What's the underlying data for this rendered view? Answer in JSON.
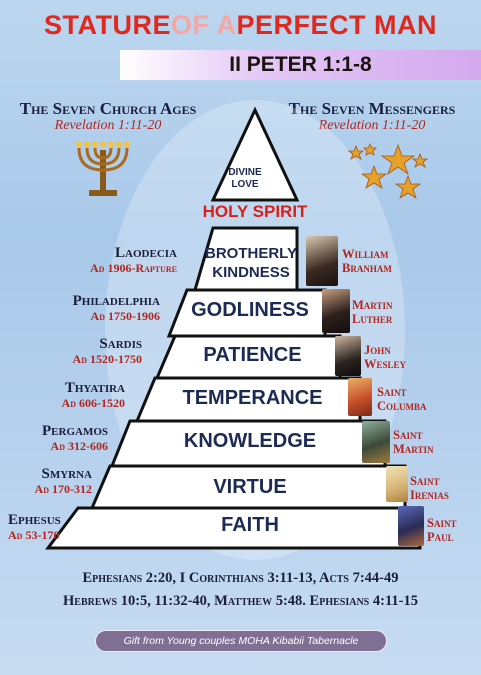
{
  "header": {
    "title_part1": "STATURE ",
    "title_part2": "OF A ",
    "title_part3": "PERFECT MAN",
    "subtitle": "II PETER 1:1-8"
  },
  "left_heading": {
    "title": "The Seven Church Ages",
    "reference": "Revelation 1:11-20"
  },
  "right_heading": {
    "title": "The Seven Messengers",
    "reference": "Revelation 1:11-20"
  },
  "apex": {
    "label_line1": "DIVINE",
    "label_line2": "LOVE"
  },
  "holy_spirit": "HOLY SPIRIT",
  "steps": [
    {
      "line1": "BROTHERLY",
      "line2": "KINDNESS"
    },
    {
      "line1": "GODLINESS"
    },
    {
      "line1": "PATIENCE"
    },
    {
      "line1": "TEMPERANCE"
    },
    {
      "line1": "KNOWLEDGE"
    },
    {
      "line1": "VIRTUE"
    },
    {
      "line1": "FAITH"
    }
  ],
  "churches": [
    {
      "name": "Laodecia",
      "dates": "Ad 1906-Rapture"
    },
    {
      "name": "Philadelphia",
      "dates": "Ad 1750-1906"
    },
    {
      "name": "Sardis",
      "dates": "Ad 1520-1750"
    },
    {
      "name": "Thyatira",
      "dates": "Ad 606-1520"
    },
    {
      "name": "Pergamos",
      "dates": "Ad 312-606"
    },
    {
      "name": "Smyrna",
      "dates": "Ad 170-312"
    },
    {
      "name": "Ephesus",
      "dates": "Ad 53-170"
    }
  ],
  "messengers": [
    {
      "line1": "William",
      "line2": "Branham"
    },
    {
      "line1": "Martin",
      "line2": "Luther"
    },
    {
      "line1": "John",
      "line2": "Wesley"
    },
    {
      "line1": "Saint",
      "line2": "Columba"
    },
    {
      "line1": "Saint",
      "line2": "Martin"
    },
    {
      "line1": "Saint",
      "line2": "Irenias"
    },
    {
      "line1": "Saint",
      "line2": "Paul"
    }
  ],
  "scripture_refs": {
    "line1": "Ephesians 2:20, I Corinthians 3:11-13, Acts 7:44-49",
    "line2": "Hebrews 10:5, 11:32-40, Matthew 5:48. Ephesians 4:11-15"
  },
  "footer": "Gift from Young couples MOHA Kibabii Tabernacle",
  "icons": {
    "left": "menorah-icon",
    "right": "stars-icon"
  },
  "colors": {
    "accent_red": "#e0281e",
    "step_text": "#1c2a55",
    "date_red": "#b2261f"
  }
}
